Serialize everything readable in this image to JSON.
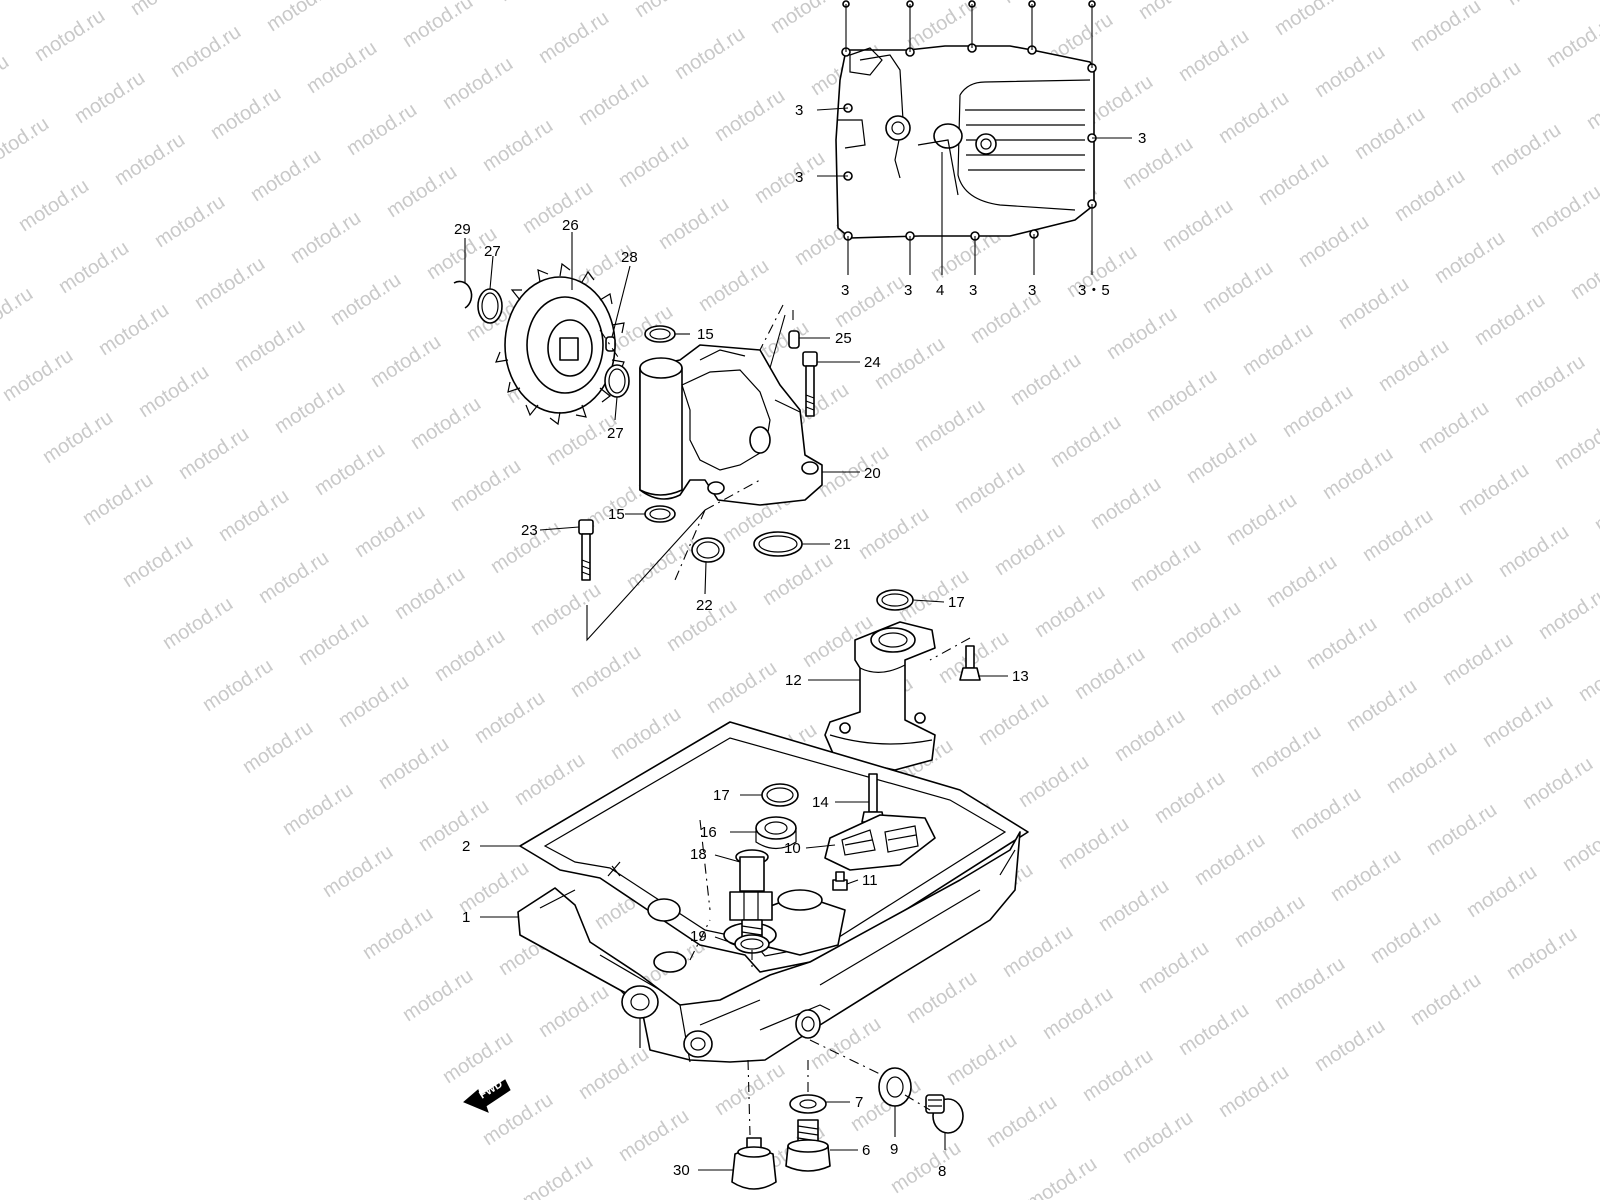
{
  "watermark": {
    "text": "motod.ru"
  },
  "fwd_arrow": {
    "label": "FWD"
  },
  "callouts": [
    {
      "id": "c-29",
      "label": "29"
    },
    {
      "id": "c-27a",
      "label": "27"
    },
    {
      "id": "c-26",
      "label": "26"
    },
    {
      "id": "c-28",
      "label": "28"
    },
    {
      "id": "c-15a",
      "label": "15"
    },
    {
      "id": "c-25",
      "label": "25"
    },
    {
      "id": "c-24",
      "label": "24"
    },
    {
      "id": "c-27b",
      "label": "27"
    },
    {
      "id": "c-20",
      "label": "20"
    },
    {
      "id": "c-15b",
      "label": "15"
    },
    {
      "id": "c-23",
      "label": "23"
    },
    {
      "id": "c-21",
      "label": "21"
    },
    {
      "id": "c-22",
      "label": "22"
    },
    {
      "id": "c-17a",
      "label": "17"
    },
    {
      "id": "c-13",
      "label": "13"
    },
    {
      "id": "c-12",
      "label": "12"
    },
    {
      "id": "c-17b",
      "label": "17"
    },
    {
      "id": "c-14",
      "label": "14"
    },
    {
      "id": "c-16",
      "label": "16"
    },
    {
      "id": "c-10",
      "label": "10"
    },
    {
      "id": "c-2",
      "label": "2"
    },
    {
      "id": "c-18",
      "label": "18"
    },
    {
      "id": "c-11",
      "label": "11"
    },
    {
      "id": "c-1",
      "label": "1"
    },
    {
      "id": "c-19",
      "label": "19"
    },
    {
      "id": "c-7",
      "label": "7"
    },
    {
      "id": "c-9",
      "label": "9"
    },
    {
      "id": "c-6",
      "label": "6"
    },
    {
      "id": "c-8",
      "label": "8"
    },
    {
      "id": "c-30",
      "label": "30"
    },
    {
      "id": "c-3a",
      "label": "3"
    },
    {
      "id": "c-3b",
      "label": "3"
    },
    {
      "id": "c-3c",
      "label": "3"
    },
    {
      "id": "c-3d",
      "label": "3"
    },
    {
      "id": "c-3e",
      "label": "3"
    },
    {
      "id": "c-3f",
      "label": "3"
    },
    {
      "id": "c-3g",
      "label": "3"
    },
    {
      "id": "c-4",
      "label": "4"
    },
    {
      "id": "c-35",
      "label": "3・5"
    }
  ]
}
